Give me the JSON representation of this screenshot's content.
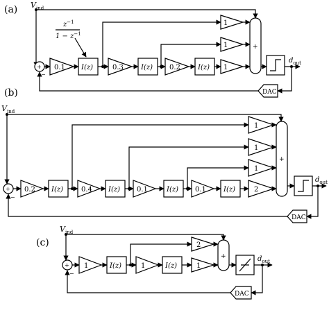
{
  "panels": {
    "a": {
      "tag": "(a)",
      "input_label": "V",
      "input_sub": "ind",
      "tf_num": "z",
      "tf_num_sup": "−1",
      "tf_den": "1 − z",
      "tf_den_sup": "−1",
      "gains": [
        "0.1",
        "0.3",
        "0.2"
      ],
      "integrator_label": "I(z)",
      "feed_gains": [
        "1",
        "1",
        "1"
      ],
      "sum_sign": "+",
      "node_signs": [
        "+",
        "−"
      ],
      "output_label": "d",
      "output_sub": "out",
      "dac_label": "DAC"
    },
    "b": {
      "tag": "(b)",
      "input_label": "V",
      "input_sub": "ind",
      "gains": [
        "0.2",
        "0.4",
        "0.1",
        "0.1"
      ],
      "integrator_label": "I(z)",
      "feed_gains": [
        "1",
        "1",
        "1",
        "2"
      ],
      "sum_sign": "+",
      "node_signs": [
        "+",
        "−"
      ],
      "output_label": "d",
      "output_sub": "out",
      "dac_label": "DAC"
    },
    "c": {
      "tag": "(c)",
      "input_label": "V",
      "input_sub": "ind",
      "gains": [
        "1",
        "1"
      ],
      "integrator_label": "I(z)",
      "feed_gains": [
        "2",
        "1"
      ],
      "sum_sign": "+",
      "node_signs": [
        "+",
        "−"
      ],
      "output_label": "d",
      "output_sub": "out",
      "dac_label": "DAC"
    }
  }
}
